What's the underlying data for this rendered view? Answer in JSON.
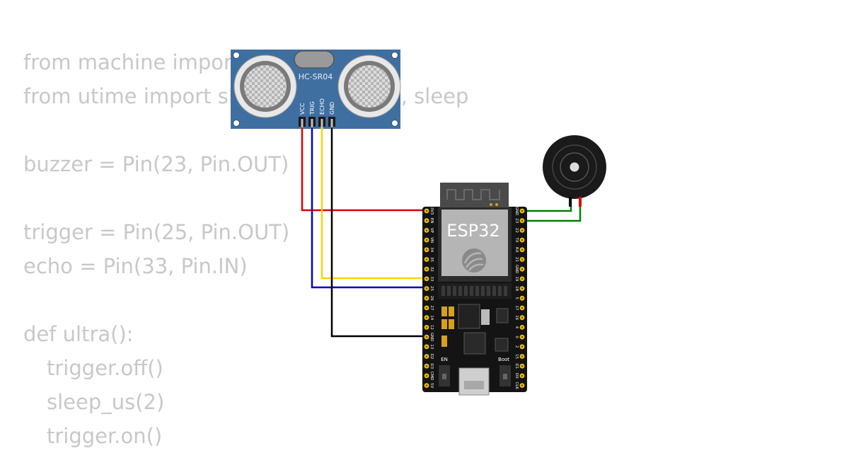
{
  "code": {
    "lines": [
      "from machine import Pin",
      "from utime import sleep_us, ticks_us, sleep",
      "",
      "buzzer = Pin(23, Pin.OUT)",
      "",
      "trigger = Pin(25, Pin.OUT)",
      "echo = Pin(33, Pin.IN)",
      "",
      "def ultra():",
      "trigger.off()",
      "sleep_us(2)",
      "trigger.on()"
    ]
  },
  "sensor": {
    "label": "HC-SR04",
    "pins": [
      "VCC",
      "TRIG",
      "ECHO",
      "GND"
    ]
  },
  "board": {
    "label": "ESP32",
    "left_pins": [
      "3V3",
      "EN",
      "VP",
      "VN",
      "34",
      "35",
      "32",
      "33",
      "25",
      "26",
      "27",
      "14",
      "12",
      "GND",
      "13",
      "D2",
      "D3",
      "CMD",
      "5V"
    ],
    "right_pins": [
      "GND",
      "23",
      "22",
      "TX",
      "RX",
      "21",
      "GND",
      "19",
      "18",
      "5",
      "17",
      "16",
      "4",
      "0",
      "2",
      "15",
      "D1",
      "D0",
      "CLK"
    ],
    "button_left": "EN",
    "button_right": "Boot"
  },
  "buzzer": {},
  "wires": {
    "vcc_color": "#e00000",
    "trig_color": "#0000c8",
    "echo_color": "#ffd400",
    "gnd_color": "#000000",
    "buzzer_pos_color": "#e00000",
    "buzzer_gnd_color": "#008000"
  },
  "colors": {
    "sensor_board": "#3f6fa0",
    "esp_board": "#141414",
    "pin_gold": "#f2c200"
  }
}
